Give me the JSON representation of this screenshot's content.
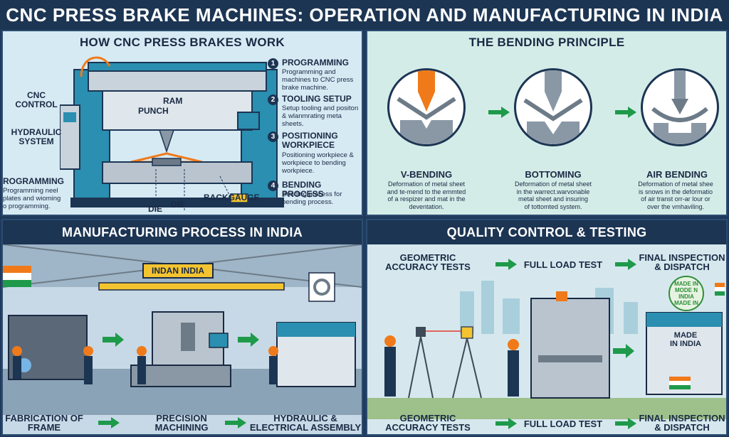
{
  "title": "CNC PRESS BRAKE MACHINES: OPERATION AND MANUFACTURING IN INDIA",
  "how_it_works": {
    "heading": "HOW CNC PRESS BRAKES WORK",
    "labels": {
      "cnc_control": "CNC\nCONTROL",
      "hydraulic": "HYDRAULIC\nSYSTEM",
      "ram": "RAM",
      "punch": "PUNCH",
      "die1": "DIE",
      "die2": "DIE",
      "backgauge": "BACKGAUGE",
      "programming_title": "PROGRAMMING",
      "programming_desc": "Programming neel\nplates and wioming\no programming."
    },
    "steps": [
      {
        "num": "1",
        "title": "PROGRAMMING",
        "desc": "Programming and machines to CNC press brake machine."
      },
      {
        "num": "2",
        "title": "TOOLING SETUP",
        "desc": "Setup tooling and positon & wlanmrating meta sheets."
      },
      {
        "num": "3",
        "title": "POSITIONING\nWORKPIECE",
        "desc": "Positioning workpiece & workpiece to bending workpiece."
      },
      {
        "num": "4",
        "title": "BENDING PROCESS",
        "desc": "Bending process for bending process."
      }
    ]
  },
  "bending": {
    "heading": "THE BENDING PRINCIPLE",
    "types": [
      {
        "title": "V-BENDING",
        "desc": "Deformation of metal sheet\nand te-mend to the emmted\nof a respizer and mat in the\ndeventation."
      },
      {
        "title": "BOTTOMING",
        "desc": "Deformation of metal sheet\nin the warrect.warvonable\nmetal sheet and insuring\nof tottomted system."
      },
      {
        "title": "AIR BENDING",
        "desc": "Deformation of metal shee\nis snows in the deformatio\nof air transt orr-ar lour or\nover the vmhaviling."
      }
    ]
  },
  "manufacturing": {
    "heading": "MANUFACTURING PROCESS IN INDIA",
    "sign": "INDAN INDIA",
    "steps": [
      {
        "title": "FABRICATION OF\nFRAME"
      },
      {
        "title": "PRECISION\nMACHINING"
      },
      {
        "title": "HYDRAULIC &\nELECTRICAL ASSEMBLY"
      }
    ]
  },
  "quality": {
    "heading": "QUALITY CONTROL & TESTING",
    "top_steps": [
      "GEOMETRIC\nACCURACY TESTS",
      "FULL LOAD TEST",
      "FINAL INSPECTION\n& DISPATCH"
    ],
    "bottom_steps": [
      "GEOMETRIC\nACCURACY TESTS",
      "FULL LOAD TEST",
      "FINAL INSPECTION\n& DISPATCH"
    ],
    "made_in_india": "MADE\nIN INDIA",
    "stamp": "MADE IN\nMODE N INDIA\nMADE IN"
  },
  "colors": {
    "navy": "#1c3553",
    "teal": "#2a8fb0",
    "arrow_green": "#1e9a4a",
    "orange": "#f07a1a"
  }
}
